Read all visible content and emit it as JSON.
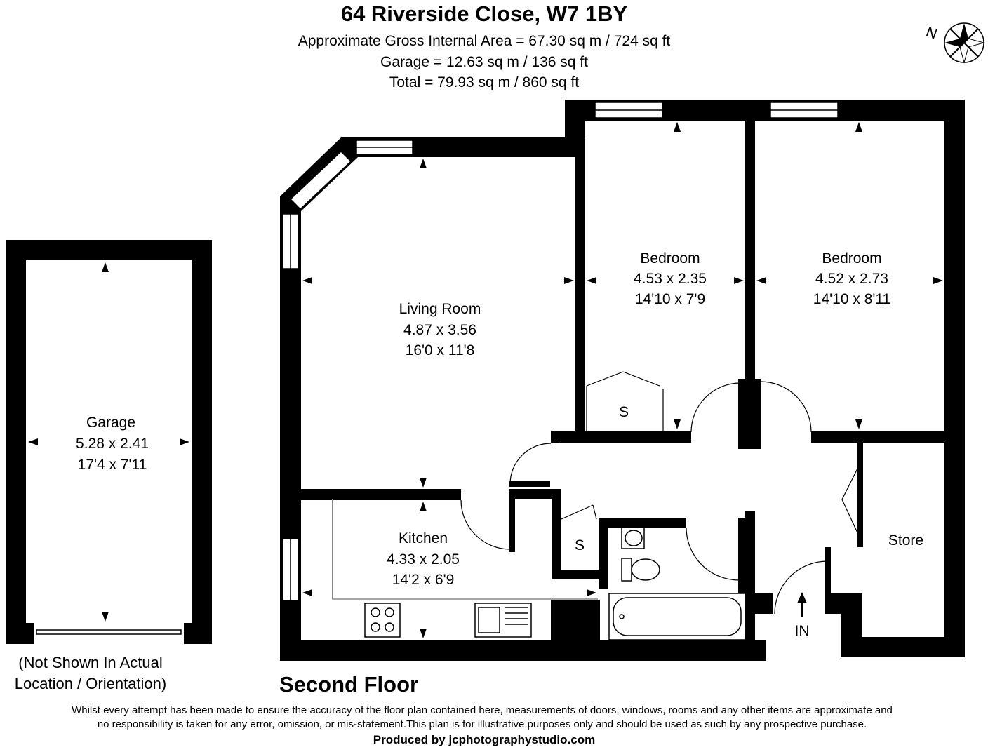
{
  "header": {
    "title": "64 Riverside Close, W7 1BY",
    "line1": "Approximate Gross Internal Area = 67.30 sq m / 724 sq ft",
    "line2": "Garage = 12.63 sq m / 136 sq ft",
    "line3": "Total = 79.93 sq m / 860 sq ft"
  },
  "compass": {
    "label": "N",
    "icon": "compass-rose-icon"
  },
  "rooms": {
    "living": {
      "name": "Living Room",
      "metric": "4.87 x 3.56",
      "imperial": "16'0 x 11'8"
    },
    "bedroom1": {
      "name": "Bedroom",
      "metric": "4.53 x 2.35",
      "imperial": "14'10 x 7'9"
    },
    "bedroom2": {
      "name": "Bedroom",
      "metric": "4.52 x 2.73",
      "imperial": "14'10 x 8'11"
    },
    "kitchen": {
      "name": "Kitchen",
      "metric": "4.33 x 2.05",
      "imperial": "14'2 x 6'9"
    },
    "garage": {
      "name": "Garage",
      "metric": "5.28 x 2.41",
      "imperial": "17'4 x 7'11"
    },
    "store": {
      "name": "Store"
    },
    "cupboard1": {
      "name": "S"
    },
    "cupboard2": {
      "name": "S"
    }
  },
  "entrance": {
    "label": "IN"
  },
  "garage_note": {
    "line1": "(Not Shown In Actual",
    "line2": "Location / Orientation)"
  },
  "floor_label": "Second Floor",
  "disclaimer": {
    "line1": "Whilst every attempt has been made to ensure the accuracy of the floor plan contained here, measurements of doors, windows, rooms and any other items are approximate and",
    "line2": "no responsibility is taken for any error, omission, or mis-statement.This plan is for illustrative purposes only and should be used as such by any prospective purchase."
  },
  "credit": "Produced by jcphotographystudio.com",
  "colors": {
    "wall": "#000000",
    "background": "#ffffff"
  }
}
